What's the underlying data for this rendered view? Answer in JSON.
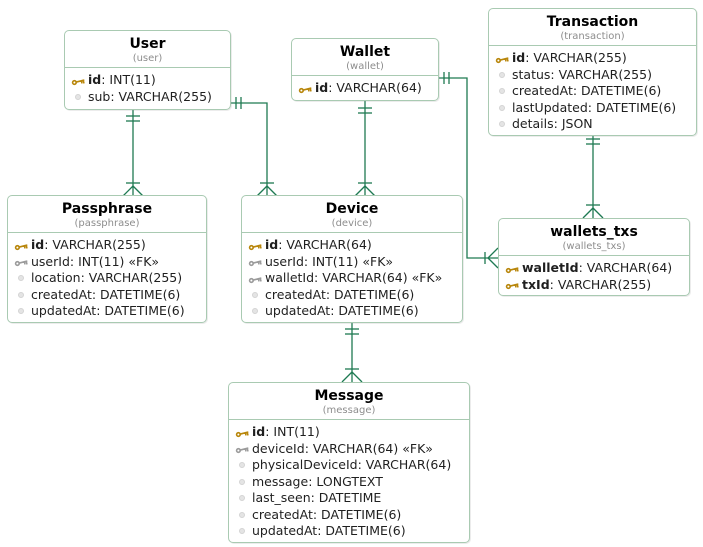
{
  "diagram": {
    "kind": "entity-relationship-diagram",
    "entities": [
      {
        "name": "User",
        "schema_label": "(user)",
        "columns": [
          {
            "icon": "primary-key",
            "name": "id",
            "type_suffix": ": INT(11)"
          },
          {
            "icon": "column",
            "name": "sub",
            "type_suffix": ": VARCHAR(255)"
          }
        ]
      },
      {
        "name": "Wallet",
        "schema_label": "(wallet)",
        "columns": [
          {
            "icon": "primary-key",
            "name": "id",
            "type_suffix": ": VARCHAR(64)"
          }
        ]
      },
      {
        "name": "Transaction",
        "schema_label": "(transaction)",
        "columns": [
          {
            "icon": "primary-key",
            "name": "id",
            "type_suffix": ": VARCHAR(255)"
          },
          {
            "icon": "column",
            "name": "status",
            "type_suffix": ": VARCHAR(255)"
          },
          {
            "icon": "column",
            "name": "createdAt",
            "type_suffix": ": DATETIME(6)"
          },
          {
            "icon": "column",
            "name": "lastUpdated",
            "type_suffix": ": DATETIME(6)"
          },
          {
            "icon": "column",
            "name": "details",
            "type_suffix": ": JSON"
          }
        ]
      },
      {
        "name": "Passphrase",
        "schema_label": "(passphrase)",
        "columns": [
          {
            "icon": "primary-key",
            "name": "id",
            "type_suffix": ": VARCHAR(255)"
          },
          {
            "icon": "foreign-key",
            "name": "userId",
            "type_suffix": ": INT(11) «FK»"
          },
          {
            "icon": "column",
            "name": "location",
            "type_suffix": ": VARCHAR(255)"
          },
          {
            "icon": "column",
            "name": "createdAt",
            "type_suffix": ": DATETIME(6)"
          },
          {
            "icon": "column",
            "name": "updatedAt",
            "type_suffix": ": DATETIME(6)"
          }
        ]
      },
      {
        "name": "Device",
        "schema_label": "(device)",
        "columns": [
          {
            "icon": "primary-key",
            "name": "id",
            "type_suffix": ": VARCHAR(64)"
          },
          {
            "icon": "foreign-key",
            "name": "userId",
            "type_suffix": ": INT(11) «FK»"
          },
          {
            "icon": "foreign-key",
            "name": "walletId",
            "type_suffix": ": VARCHAR(64) «FK»"
          },
          {
            "icon": "column",
            "name": "createdAt",
            "type_suffix": ": DATETIME(6)"
          },
          {
            "icon": "column",
            "name": "updatedAt",
            "type_suffix": ": DATETIME(6)"
          }
        ]
      },
      {
        "name": "wallets_txs",
        "schema_label": "(wallets_txs)",
        "columns": [
          {
            "icon": "primary-key",
            "name": "walletId",
            "type_suffix": ": VARCHAR(64)"
          },
          {
            "icon": "primary-key",
            "name": "txId",
            "type_suffix": ": VARCHAR(255)"
          }
        ]
      },
      {
        "name": "Message",
        "schema_label": "(message)",
        "columns": [
          {
            "icon": "primary-key",
            "name": "id",
            "type_suffix": ": INT(11)"
          },
          {
            "icon": "foreign-key",
            "name": "deviceId",
            "type_suffix": ": VARCHAR(64) «FK»"
          },
          {
            "icon": "column",
            "name": "physicalDeviceId",
            "type_suffix": ": VARCHAR(64)"
          },
          {
            "icon": "column",
            "name": "message",
            "type_suffix": ": LONGTEXT"
          },
          {
            "icon": "column",
            "name": "last_seen",
            "type_suffix": ": DATETIME"
          },
          {
            "icon": "column",
            "name": "createdAt",
            "type_suffix": ": DATETIME(6)"
          },
          {
            "icon": "column",
            "name": "updatedAt",
            "type_suffix": ": DATETIME(6)"
          }
        ]
      }
    ],
    "relationships": [
      {
        "from": "User",
        "to": "Passphrase",
        "from_cardinality": "exactly-one",
        "to_cardinality": "one-or-many"
      },
      {
        "from": "User",
        "to": "Device",
        "from_cardinality": "exactly-one",
        "to_cardinality": "one-or-many"
      },
      {
        "from": "Wallet",
        "to": "Device",
        "from_cardinality": "exactly-one",
        "to_cardinality": "one-or-many"
      },
      {
        "from": "Wallet",
        "to": "wallets_txs",
        "from_cardinality": "exactly-one",
        "to_cardinality": "one-or-many"
      },
      {
        "from": "Transaction",
        "to": "wallets_txs",
        "from_cardinality": "exactly-one",
        "to_cardinality": "one-or-many"
      },
      {
        "from": "Device",
        "to": "Message",
        "from_cardinality": "exactly-one",
        "to_cardinality": "one-or-many"
      }
    ]
  },
  "colors": {
    "connector": "#1e7a52",
    "entity_border": "#a9cab2",
    "entity_background": "#ffffff",
    "title_text": "#000000",
    "subtitle_text": "#8d8d8d",
    "field_text": "#1f1f1f",
    "primary_key": "#b8860b",
    "foreign_key": "#9b9b9b",
    "column_bullet": "#e4e4e4"
  }
}
